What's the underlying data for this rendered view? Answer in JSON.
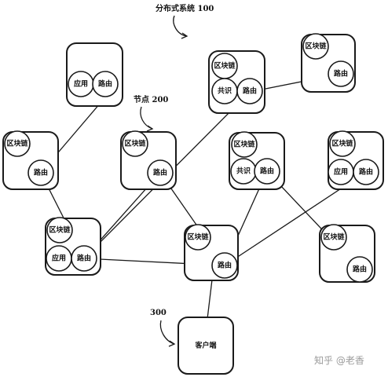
{
  "diagram": {
    "title": "分布式系统 100",
    "node_caption": "节点 200",
    "client_caption": "300",
    "watermark": "知乎 @老香",
    "labels": {
      "blockchain": "区块链",
      "routing": "路由",
      "application": "应用",
      "consensus": "共识",
      "client": "客户端"
    }
  }
}
